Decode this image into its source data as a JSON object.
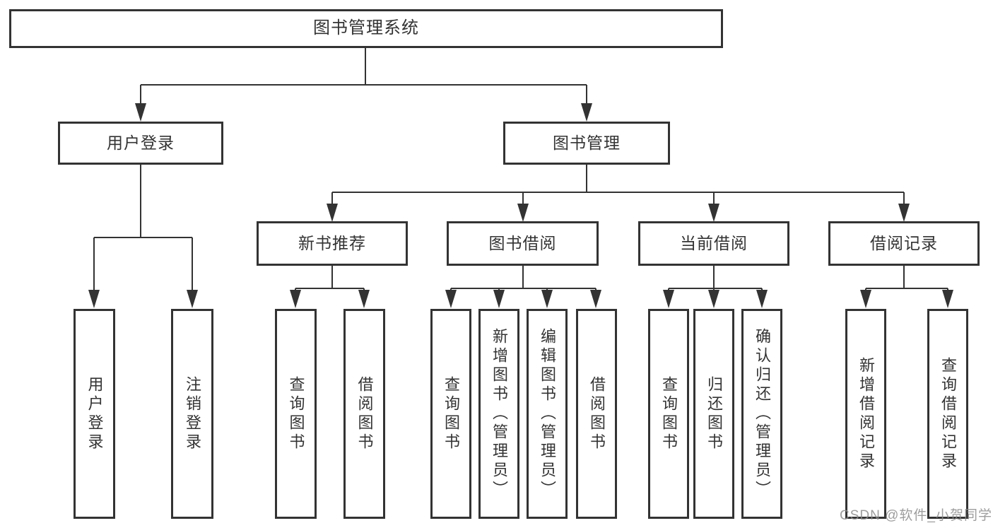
{
  "tree": {
    "root": {
      "label": "图书管理系统"
    },
    "user_login": {
      "label": "用户登录",
      "children": [
        {
          "label": "用户登录"
        },
        {
          "label": "注销登录"
        }
      ]
    },
    "book_management": {
      "label": "图书管理",
      "children": [
        {
          "label": "新书推荐",
          "children": [
            {
              "label": "查询图书"
            },
            {
              "label": "借阅图书"
            }
          ]
        },
        {
          "label": "图书借阅",
          "children": [
            {
              "label": "查询图书"
            },
            {
              "label": "新增图书（管理员）"
            },
            {
              "label": "编辑图书（管理员）"
            },
            {
              "label": "借阅图书"
            }
          ]
        },
        {
          "label": "当前借阅",
          "children": [
            {
              "label": "查询图书"
            },
            {
              "label": "归还图书"
            },
            {
              "label": "确认归还（管理员）"
            }
          ]
        },
        {
          "label": "借阅记录",
          "children": [
            {
              "label": "新增借阅记录"
            },
            {
              "label": "查询借阅记录"
            }
          ]
        }
      ]
    }
  },
  "watermark": {
    "text": "CSDN @软件_小贺同学"
  },
  "colors": {
    "line": "#333333",
    "box_border": "#333333",
    "text": "#333333",
    "background": "#ffffff",
    "watermark": "#8c8c8c"
  }
}
